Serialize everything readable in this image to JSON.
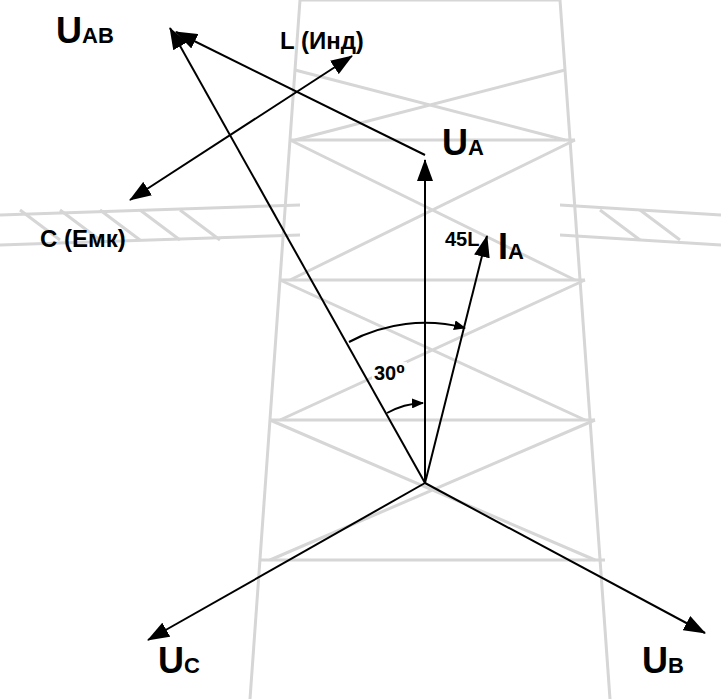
{
  "diagram": {
    "labels": [
      "UAB",
      "L (Инд)",
      "UA",
      "C (Емк)",
      "45L",
      "IA",
      "30⁰",
      "UC",
      "UB"
    ]
  }
}
